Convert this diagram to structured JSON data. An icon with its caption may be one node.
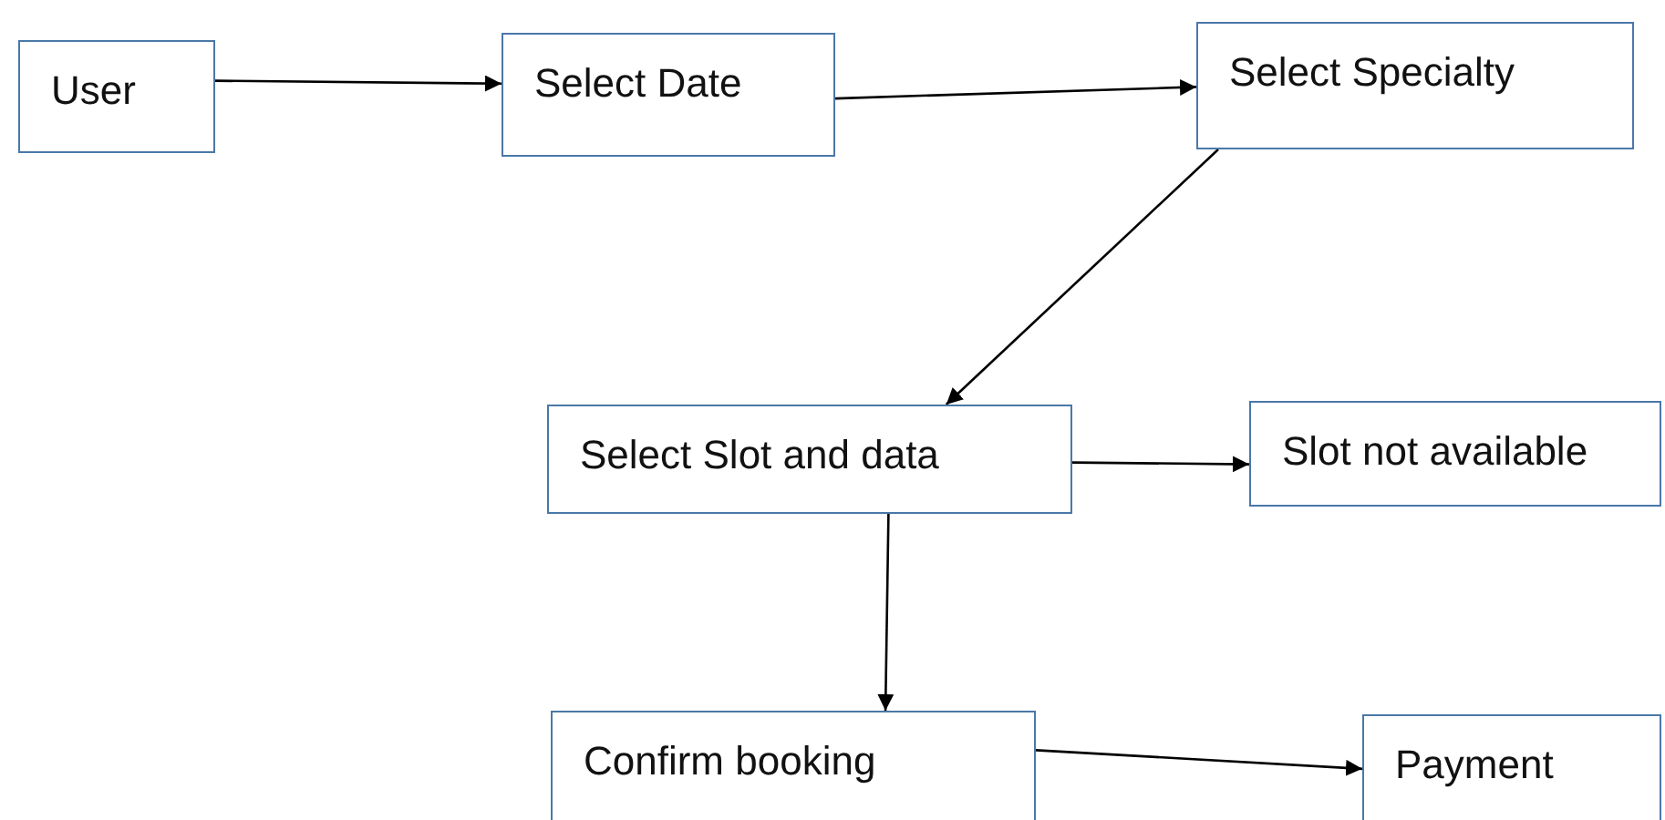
{
  "diagram": {
    "nodes": [
      {
        "text": [
          "User"
        ]
      },
      {
        "text": [
          "Select Date"
        ]
      },
      {
        "text": [
          "Select Specialty"
        ]
      },
      {
        "text": [
          "Select Slot and data"
        ]
      },
      {
        "text": [
          "Slot not available"
        ]
      },
      {
        "text": [
          "Confirm booking"
        ]
      },
      {
        "text": [
          "Payment"
        ]
      }
    ],
    "edges": [
      {
        "from": 0,
        "to": 1,
        "arrow": "to"
      },
      {
        "from": 1,
        "to": 2,
        "arrow": "to"
      },
      {
        "from": 2,
        "to": 3,
        "arrow": "to"
      },
      {
        "from": 3,
        "to": 4,
        "arrow": "to"
      },
      {
        "from": 3,
        "to": 5,
        "arrow": "to"
      },
      {
        "from": 5,
        "to": 6,
        "arrow": "to"
      }
    ]
  }
}
